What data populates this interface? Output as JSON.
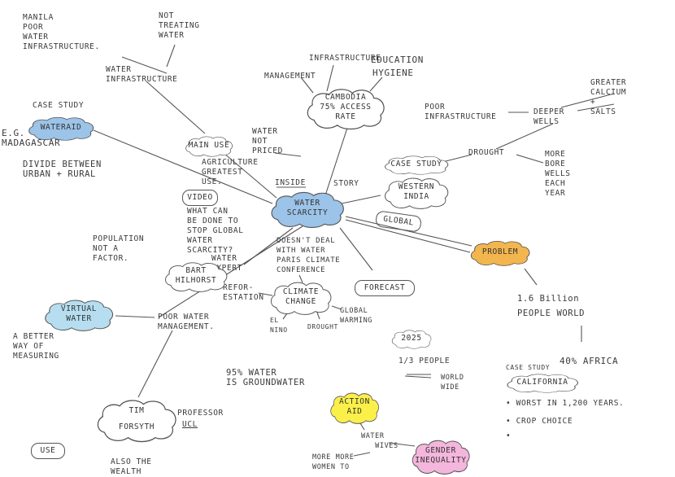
{
  "center": {
    "label": "WATER\nSCARCITY"
  },
  "nodes": {
    "manila": "MANILA\nPOOR\nWATER\nINFRASTRUCTURE.",
    "not_treating": "NOT\nTREATING\nWATER",
    "water_infra": "WATER\nINFRASTRUCTURE",
    "infrastructure": "INFRASTRUCTURE",
    "education": "EDUCATION",
    "hygiene": "HYGIENE",
    "management": "MANAGEMENT",
    "cambodia": "CAMBODIA\n75% ACCESS\nRATE",
    "greater_calcium": "GREATER\nCALCIUM\n+\nSALTS",
    "poor_infra": "POOR\nINFRASTRUCTURE",
    "deeper_wells": "DEEPER\nWELLS",
    "case_study_wa": "CASE STUDY",
    "wateraid": "WATERAID",
    "eg_madagascar": "E.g.\nMADAGASCAR",
    "divide": "DIVIDE BETWEEN\nURBAN + RURAL",
    "water_not_priced": "WATER\nNOT\nPRICED",
    "main_use": "MAIN USE",
    "agriculture": "AGRICULTURE\nGREATEST\nUSE.",
    "drought": "DROUGHT",
    "more_bore": "MORE\nBORE\nWELLS\nEACH\nYEAR",
    "case_study_india": "CASE STUDY",
    "western_india": "WESTERN\nINDIA",
    "inside": "INSIDE",
    "story": "STORY",
    "global": "GLOBAL",
    "video": "VIDEO",
    "video_text": "WHAT CAN\nBE DONE TO\nSTOP GLOBAL\nWATER\nSCARCITY?",
    "population": "POPULATION\nNOT A\nFACTOR.",
    "problem": "PROBLEM",
    "water_expert": "WATER\nEXPERT",
    "bart": "BART\nHILHORST",
    "doesnt_deal": "DOESN'T DEAL\nWITH WATER\nPARIS CLIMATE\nCONFERENCE",
    "reforestation": "REFOR-\nESTATION",
    "climate_change": "CLIMATE\nCHANGE",
    "forecast": "FORECAST",
    "el_nino": "EL\nNINO",
    "drought2": "DROUGHT",
    "global_warming": "GLOBAL\nWARMING",
    "billion": "1.6 Billion\nPEOPLE WORLD",
    "virtual_water": "VIRTUAL\nWATER",
    "poor_water_mgmt": "POOR WATER\nMANAGEMENT.",
    "better_way": "A BETTER\nWAY OF\nMEASURING",
    "year_2025": "2025",
    "one_third": "1/3 PEOPLE",
    "world_wide": "WORLD\nWIDE",
    "groundwater": "95% WATER\nIS GROUNDWATER",
    "case_study_ca": "CASE STUDY",
    "forty_africa": "40% AFRICA",
    "california": "CALIFORNIA",
    "worst": "• WORST IN 1,200 YEARS.",
    "crop": "• CROP CHOICE",
    "bullet3": "•",
    "tim": "TIM\nFORSYTH",
    "professor": "PROFESSOR",
    "ucl": "UCL",
    "action_aid": "ACTION\nAID",
    "water_wives": "WATER\n   WIVES",
    "more_women": "MORE MORE\nWOMEN TO",
    "gender": "GENDER\nINEQUALITY",
    "use": "USE",
    "also_wealth": "ALSO THE\nWEALTH"
  },
  "colors": {
    "blue": "#9cc3e8",
    "light_blue": "#b6def0",
    "orange": "#f3b64e",
    "yellow": "#fbf04a",
    "pink": "#f4b6dc",
    "ink": "#444444"
  }
}
